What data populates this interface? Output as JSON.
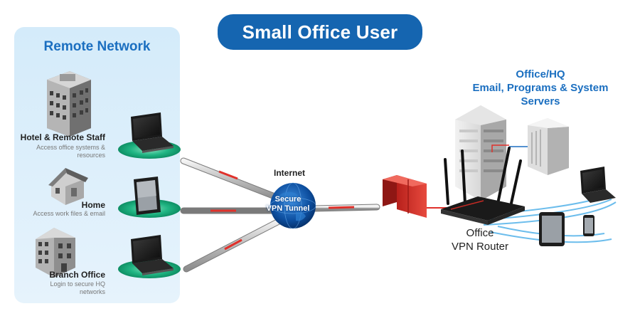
{
  "title": "Small Office User",
  "remote_network": {
    "title": "Remote Network",
    "sites": [
      {
        "name": "Hotel & Remote Staff",
        "desc_lines": [
          "Access office systems &",
          "resources"
        ]
      },
      {
        "name": "Home",
        "desc_lines": [
          "Access  work files & email"
        ]
      },
      {
        "name": "Branch Office",
        "desc_lines": [
          "Login to secure HQ",
          "networks"
        ]
      }
    ]
  },
  "internet": {
    "label": "Internet",
    "tunnel_lines": [
      "Secure",
      "VPN Tunnel"
    ]
  },
  "hq": {
    "title_lines": [
      "Office/HQ",
      "Email, Programs & System",
      "Servers"
    ]
  },
  "router": {
    "label_lines": [
      "Office",
      "VPN Router"
    ]
  },
  "colors": {
    "brand_blue": "#1565b0",
    "title_blue": "#1b6fc0",
    "panel_bg": "#dcefff",
    "arrow_red": "#e0312b",
    "firewall_red": "#d8322b",
    "pad_green": "#19a877"
  }
}
